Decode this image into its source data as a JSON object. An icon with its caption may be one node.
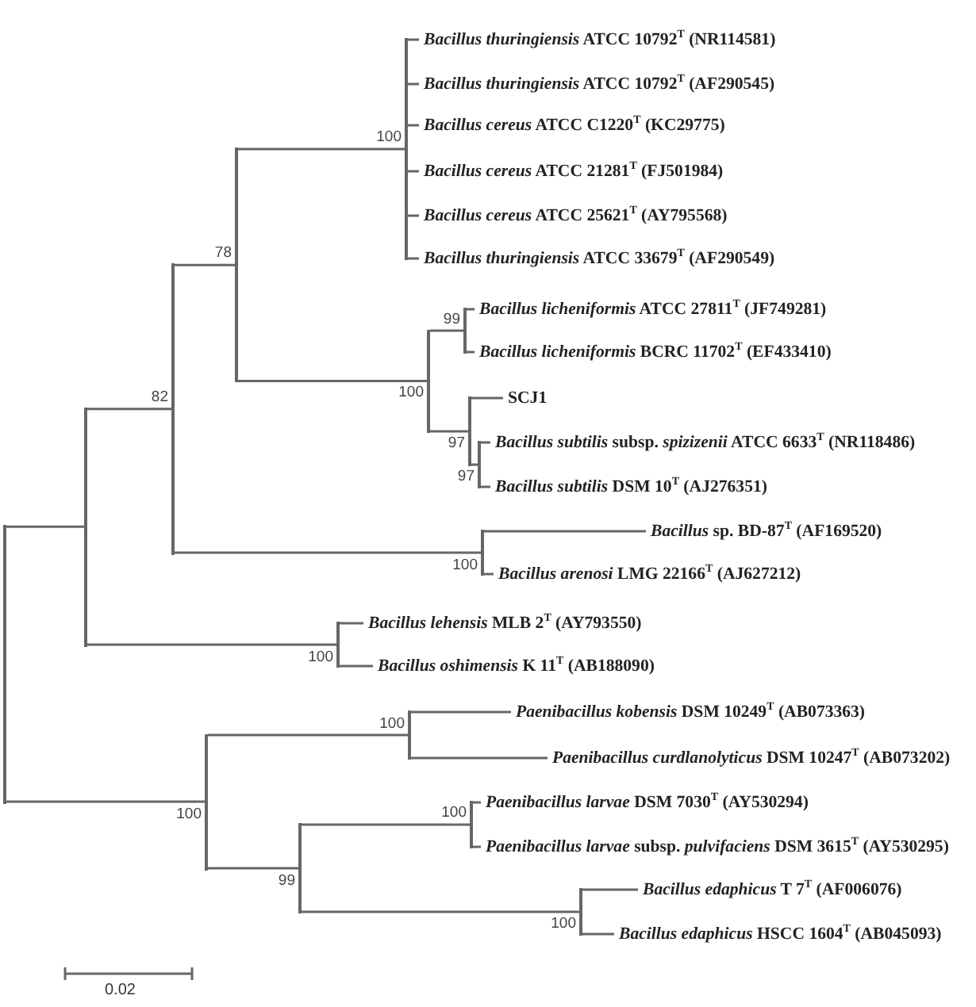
{
  "diagram": {
    "nodes": [
      {
        "text": [
          "*Bacillus thuringiensis* ATCC 10792$^{T}$ (NR114581)"
        ]
      },
      {
        "text": [
          "*Bacillus thuringiensis* ATCC 10792$^{T}$ (AF290545)"
        ]
      },
      {
        "text": [
          "*Bacillus cereus* ATCC C1220$^{T}$ (KC29775)"
        ]
      },
      {
        "text": [
          "*Bacillus cereus* ATCC 21281$^{T}$ (FJ501984)"
        ]
      },
      {
        "text": [
          "*Bacillus cereus* ATCC 25621$^{T}$ (AY795568)"
        ]
      },
      {
        "text": [
          "*Bacillus thuringiensis* ATCC 33679$^{T}$ (AF290549)"
        ]
      },
      {
        "text": [
          "*Bacillus licheniformis* ATCC 27811$^{T}$ (JF749281)"
        ]
      },
      {
        "text": [
          "*Bacillus licheniformis* BCRC 11702$^{T}$ (EF433410)"
        ]
      },
      {
        "text": [
          "SCJ1"
        ]
      },
      {
        "text": [
          "*Bacillus subtilis* subsp. *spizizenii* ATCC 6633$^{T}$ (NR118486)"
        ]
      },
      {
        "text": [
          "*Bacillus subtilis* DSM 10$^{T}$ (AJ276351)"
        ]
      },
      {
        "text": [
          "*Bacillus* sp. BD-87$^{T}$ (AF169520)"
        ]
      },
      {
        "text": [
          "*Bacillus arenosi* LMG 22166$^{T}$ (AJ627212)"
        ]
      },
      {
        "text": [
          "*Bacillus lehensis* MLB 2$^{T}$ (AY793550)"
        ]
      },
      {
        "text": [
          "*Bacillus oshimensis* K 11$^{T}$ (AB188090)"
        ]
      },
      {
        "text": [
          "*Paenibacillus kobensis* DSM 10249$^{T}$ (AB073363)"
        ]
      },
      {
        "text": [
          "*Paenibacillus curdlanolyticus* DSM 10247$^{T}$ (AB073202)"
        ]
      },
      {
        "text": [
          "*Paenibacillus larvae* DSM 7030$^{T}$ (AY530294)"
        ]
      },
      {
        "text": [
          "*Paenibacillus larvae* subsp. *pulvifaciens* DSM 3615$^{T}$ (AY530295)"
        ]
      },
      {
        "text": [
          "*Bacillus edaphicus* T 7$^{T}$ (AF006076)"
        ]
      },
      {
        "text": [
          "*Bacillus edaphicus* HSCC 1604$^{T}$ (AB045093)"
        ]
      },
      {
        "text": [],
        "shape": "bar"
      },
      {
        "text": [],
        "shape": "bar"
      },
      {
        "text": [],
        "shape": "bar",
        "beside": [
          "82"
        ]
      },
      {
        "text": [],
        "shape": "bar",
        "beside": [
          "78"
        ]
      },
      {
        "text": [],
        "shape": "bar",
        "beside": [
          "100"
        ]
      },
      {
        "text": [],
        "shape": "bar",
        "beside": [
          "100"
        ]
      },
      {
        "text": [],
        "shape": "bar",
        "beside": [
          "99"
        ]
      },
      {
        "text": [],
        "shape": "bar",
        "beside": [
          "97"
        ]
      },
      {
        "text": [],
        "shape": "bar",
        "beside": [
          "97"
        ]
      },
      {
        "text": [],
        "shape": "bar",
        "beside": [
          "100"
        ]
      },
      {
        "text": [],
        "shape": "bar",
        "beside": [
          "100"
        ]
      },
      {
        "text": [],
        "shape": "bar",
        "beside": [
          "100"
        ]
      },
      {
        "text": [],
        "shape": "bar",
        "beside": [
          "100"
        ]
      },
      {
        "text": [],
        "shape": "bar",
        "beside": [
          "99"
        ]
      },
      {
        "text": [],
        "shape": "bar",
        "beside": [
          "100"
        ]
      },
      {
        "text": [],
        "shape": "bar",
        "beside": [
          "100"
        ]
      }
    ],
    "edges": [
      {
        "from": 21,
        "to": 22,
        "arrow": "none"
      },
      {
        "from": 21,
        "to": 32,
        "arrow": "none"
      },
      {
        "from": 22,
        "to": 23,
        "arrow": "none"
      },
      {
        "from": 22,
        "to": 31,
        "arrow": "none"
      },
      {
        "from": 23,
        "to": 24,
        "arrow": "none"
      },
      {
        "from": 23,
        "to": 30,
        "arrow": "none"
      },
      {
        "from": 24,
        "to": 25,
        "arrow": "none"
      },
      {
        "from": 24,
        "to": 26,
        "arrow": "none"
      },
      {
        "from": 25,
        "to": 0,
        "arrow": "none"
      },
      {
        "from": 25,
        "to": 1,
        "arrow": "none"
      },
      {
        "from": 25,
        "to": 2,
        "arrow": "none"
      },
      {
        "from": 25,
        "to": 3,
        "arrow": "none"
      },
      {
        "from": 25,
        "to": 4,
        "arrow": "none"
      },
      {
        "from": 25,
        "to": 5,
        "arrow": "none"
      },
      {
        "from": 26,
        "to": 27,
        "arrow": "none"
      },
      {
        "from": 26,
        "to": 28,
        "arrow": "none"
      },
      {
        "from": 27,
        "to": 6,
        "arrow": "none"
      },
      {
        "from": 27,
        "to": 7,
        "arrow": "none"
      },
      {
        "from": 28,
        "to": 8,
        "arrow": "none"
      },
      {
        "from": 28,
        "to": 29,
        "arrow": "none"
      },
      {
        "from": 29,
        "to": 9,
        "arrow": "none"
      },
      {
        "from": 29,
        "to": 10,
        "arrow": "none"
      },
      {
        "from": 30,
        "to": 11,
        "arrow": "none"
      },
      {
        "from": 30,
        "to": 12,
        "arrow": "none"
      },
      {
        "from": 31,
        "to": 13,
        "arrow": "none"
      },
      {
        "from": 31,
        "to": 14,
        "arrow": "none"
      },
      {
        "from": 32,
        "to": 33,
        "arrow": "none"
      },
      {
        "from": 32,
        "to": 34,
        "arrow": "none"
      },
      {
        "from": 33,
        "to": 15,
        "arrow": "none"
      },
      {
        "from": 33,
        "to": 16,
        "arrow": "none"
      },
      {
        "from": 34,
        "to": 35,
        "arrow": "none"
      },
      {
        "from": 34,
        "to": 36,
        "arrow": "none"
      },
      {
        "from": 35,
        "to": 17,
        "arrow": "none"
      },
      {
        "from": 35,
        "to": 18,
        "arrow": "none"
      },
      {
        "from": 36,
        "to": 19,
        "arrow": "none"
      },
      {
        "from": 36,
        "to": 20,
        "arrow": "none"
      }
    ],
    "labels": [
      "0.02"
    ]
  }
}
